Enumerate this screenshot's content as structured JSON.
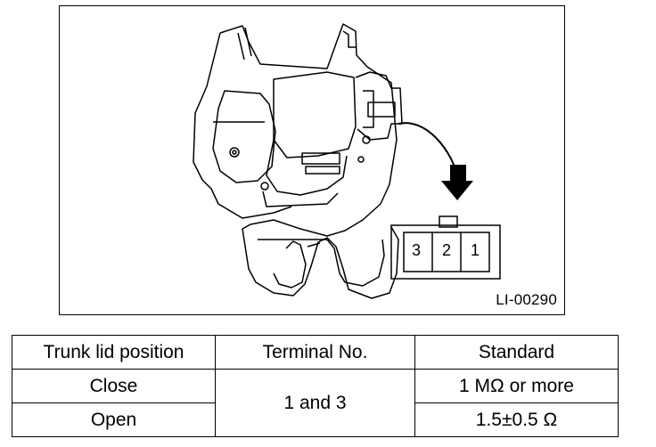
{
  "figure": {
    "id_label": "LI-00290",
    "connector_terminals": [
      "3",
      "2",
      "1"
    ]
  },
  "table": {
    "headers": [
      "Trunk lid position",
      "Terminal No.",
      "Standard"
    ],
    "rows": [
      {
        "position": "Close",
        "terminal": "1 and 3",
        "standard": "1 MΩ or more"
      },
      {
        "position": "Open",
        "standard": "1.5±0.5 Ω"
      }
    ]
  }
}
